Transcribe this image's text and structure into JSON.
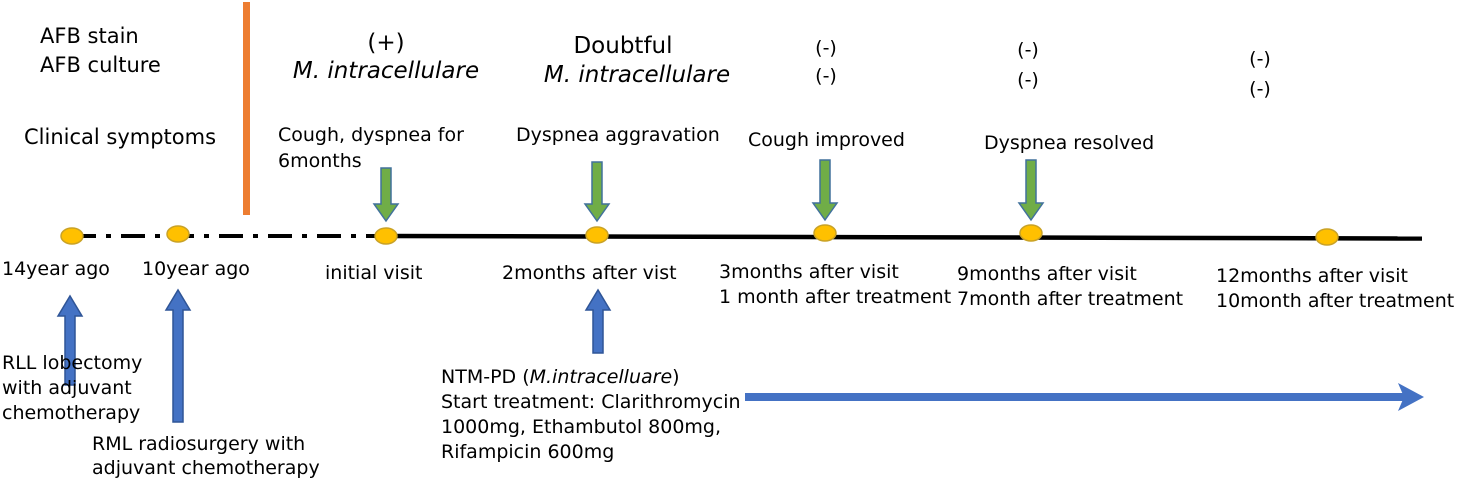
{
  "labels": {
    "afb_stain": "AFB stain",
    "afb_culture": "AFB culture",
    "clinical_symptoms": "Clinical symptoms"
  },
  "results": {
    "initial_stain": "(+)",
    "initial_culture": "M. intracellulare",
    "m2_stain": "Doubtful",
    "m2_culture": "M. intracellulare",
    "m3_stain": "(-)",
    "m3_culture": "(-)",
    "m9_stain": "(-)",
    "m9_culture": "(-)",
    "m12_stain": "(-)",
    "m12_culture": "(-)"
  },
  "symptoms": {
    "initial_line1": "Cough, dyspnea for",
    "initial_line2": "6months",
    "m2": "Dyspnea aggravation",
    "m3": "Cough improved",
    "m9": "Dyspnea resolved"
  },
  "timepoints": {
    "y14": "14year ago",
    "y10": "10year ago",
    "initial": "initial visit",
    "m2": "2months after vist",
    "m3_line1": "3months after visit",
    "m3_line2": "1 month after treatment",
    "m9_line1": "9months after visit",
    "m9_line2": "7month after treatment",
    "m12_line1": "12months after visit",
    "m12_line2": "10month after treatment"
  },
  "history": {
    "y14_line1": "RLL lobectomy",
    "y14_line2": "with adjuvant",
    "y14_line3": "chemotherapy",
    "y10_line1": "RML radiosurgery with",
    "y10_line2": "adjuvant chemotherapy"
  },
  "treatment": {
    "prefix": "NTM-PD (",
    "organism": "M.intracelluare",
    "suffix": ")",
    "line2": "Start treatment: Clarithromycin",
    "line3": "1000mg, Ethambutol 800mg,",
    "line4": "Rifampicin 600mg"
  },
  "colors": {
    "divider": "#ED7D31",
    "timeline": "#000000",
    "node_fill": "#FFC000",
    "node_stroke": "#C9A227",
    "symptom_arrow": "#70AD47",
    "symptom_arrow_stroke": "#41719C",
    "history_arrow": "#4472C4",
    "history_arrow_stroke": "#2F5597",
    "treatment_arrow": "#4472C4"
  }
}
